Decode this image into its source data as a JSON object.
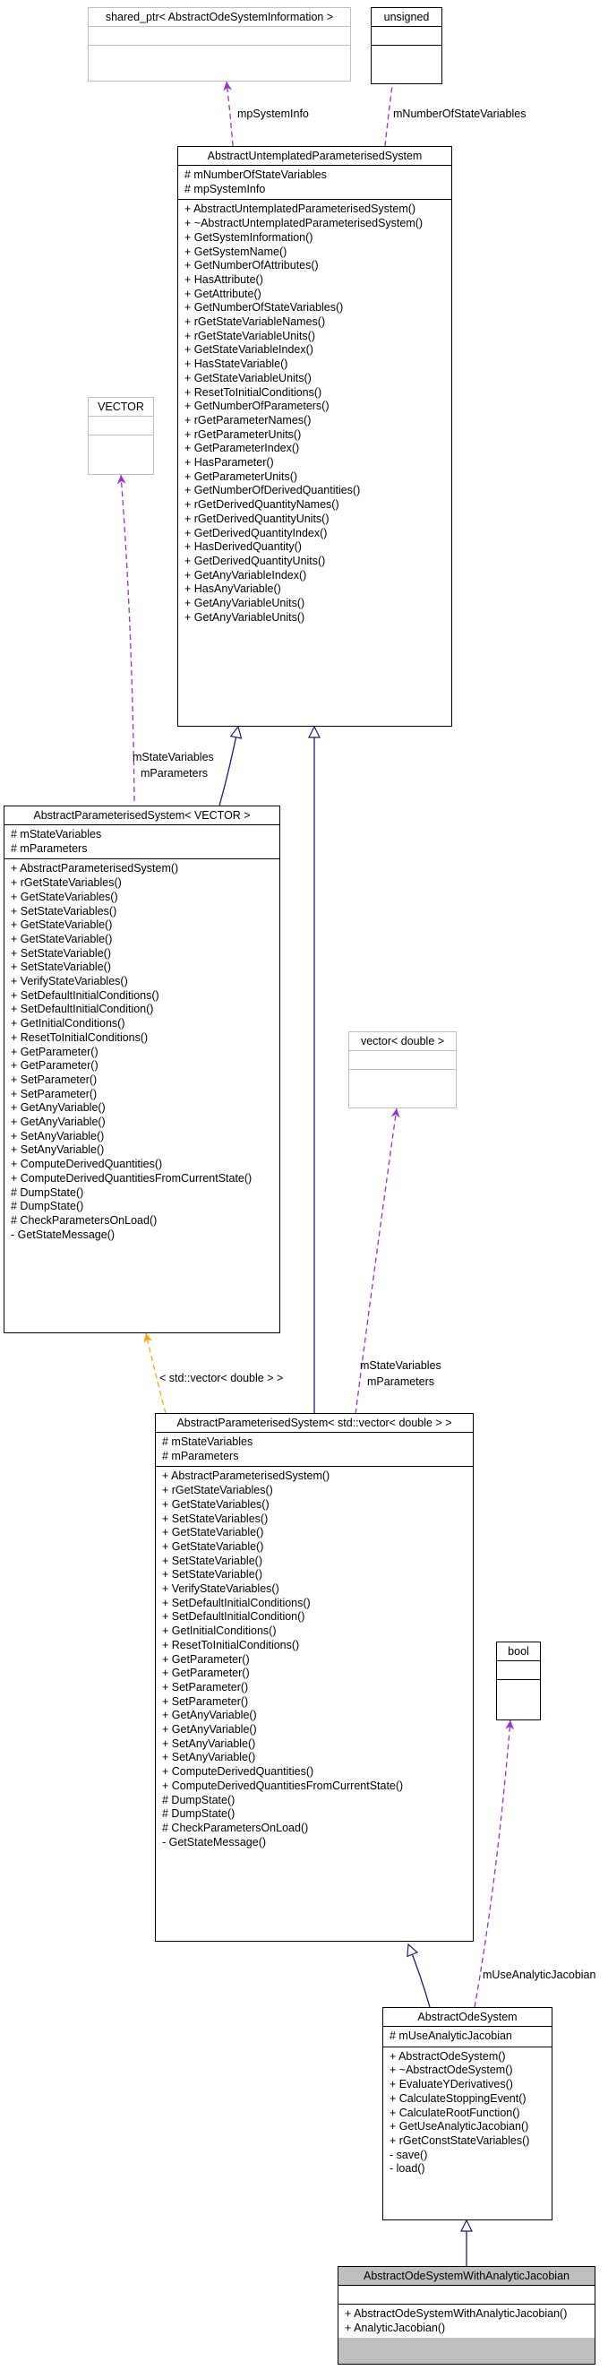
{
  "boxes": {
    "shared_ptr": {
      "title": "shared_ptr< AbstractOdeSystemInformation >"
    },
    "unsigned": {
      "title": "unsigned"
    },
    "untemplated": {
      "title": "AbstractUntemplatedParameterisedSystem",
      "attributes": [
        "# mNumberOfStateVariables",
        "# mpSystemInfo"
      ],
      "methods": [
        "+ AbstractUntemplatedParameterisedSystem()",
        "+ ~AbstractUntemplatedParameterisedSystem()",
        "+ GetSystemInformation()",
        "+ GetSystemName()",
        "+ GetNumberOfAttributes()",
        "+ HasAttribute()",
        "+ GetAttribute()",
        "+ GetNumberOfStateVariables()",
        "+ rGetStateVariableNames()",
        "+ rGetStateVariableUnits()",
        "+ GetStateVariableIndex()",
        "+ HasStateVariable()",
        "+ GetStateVariableUnits()",
        "+ ResetToInitialConditions()",
        "+ GetNumberOfParameters()",
        "+ rGetParameterNames()",
        "+ rGetParameterUnits()",
        "+ GetParameterIndex()",
        "+ HasParameter()",
        "+ GetParameterUnits()",
        "+ GetNumberOfDerivedQuantities()",
        "+ rGetDerivedQuantityNames()",
        "+ rGetDerivedQuantityUnits()",
        "+ GetDerivedQuantityIndex()",
        "+ HasDerivedQuantity()",
        "+ GetDerivedQuantityUnits()",
        "+ GetAnyVariableIndex()",
        "+ HasAnyVariable()",
        "+ GetAnyVariableUnits()",
        "+ GetAnyVariableUnits()"
      ]
    },
    "vector_tpl": {
      "title": "VECTOR"
    },
    "param_vector": {
      "title": "AbstractParameterisedSystem< VECTOR >",
      "attributes": [
        "# mStateVariables",
        "# mParameters"
      ],
      "methods": [
        "+ AbstractParameterisedSystem()",
        "+ rGetStateVariables()",
        "+ GetStateVariables()",
        "+ SetStateVariables()",
        "+ GetStateVariable()",
        "+ GetStateVariable()",
        "+ SetStateVariable()",
        "+ SetStateVariable()",
        "+ VerifyStateVariables()",
        "+ SetDefaultInitialConditions()",
        "+ SetDefaultInitialCondition()",
        "+ GetInitialConditions()",
        "+ ResetToInitialConditions()",
        "+ GetParameter()",
        "+ GetParameter()",
        "+ SetParameter()",
        "+ SetParameter()",
        "+ GetAnyVariable()",
        "+ GetAnyVariable()",
        "+ SetAnyVariable()",
        "+ SetAnyVariable()",
        "+ ComputeDerivedQuantities()",
        "+ ComputeDerivedQuantitiesFromCurrentState()",
        "# DumpState()",
        "# DumpState()",
        "# CheckParametersOnLoad()",
        "- GetStateMessage()"
      ]
    },
    "vector_double": {
      "title": "vector< double >"
    },
    "param_std": {
      "title": "AbstractParameterisedSystem< std::vector< double > >",
      "attributes": [
        "# mStateVariables",
        "# mParameters"
      ],
      "methods": [
        "+ AbstractParameterisedSystem()",
        "+ rGetStateVariables()",
        "+ GetStateVariables()",
        "+ SetStateVariables()",
        "+ GetStateVariable()",
        "+ GetStateVariable()",
        "+ SetStateVariable()",
        "+ SetStateVariable()",
        "+ VerifyStateVariables()",
        "+ SetDefaultInitialConditions()",
        "+ SetDefaultInitialCondition()",
        "+ GetInitialConditions()",
        "+ ResetToInitialConditions()",
        "+ GetParameter()",
        "+ GetParameter()",
        "+ SetParameter()",
        "+ SetParameter()",
        "+ GetAnyVariable()",
        "+ GetAnyVariable()",
        "+ SetAnyVariable()",
        "+ SetAnyVariable()",
        "+ ComputeDerivedQuantities()",
        "+ ComputeDerivedQuantitiesFromCurrentState()",
        "# DumpState()",
        "# DumpState()",
        "# CheckParametersOnLoad()",
        "- GetStateMessage()"
      ]
    },
    "bool": {
      "title": "bool"
    },
    "ode": {
      "title": "AbstractOdeSystem",
      "attributes": [
        "# mUseAnalyticJacobian"
      ],
      "methods": [
        "+ AbstractOdeSystem()",
        "+ ~AbstractOdeSystem()",
        "+ EvaluateYDerivatives()",
        "+ CalculateStoppingEvent()",
        "+ CalculateRootFunction()",
        "+ GetUseAnalyticJacobian()",
        "+ rGetConstStateVariables()",
        "- save()",
        "- load()"
      ]
    },
    "ode_jac": {
      "title": "AbstractOdeSystemWithAnalyticJacobian",
      "methods": [
        "+ AbstractOdeSystemWithAnalyticJacobian()",
        "+ AnalyticJacobian()"
      ]
    }
  },
  "edge_labels": {
    "mpSystemInfo": "mpSystemInfo",
    "mNumberOfStateVariables": "mNumberOfStateVariables",
    "vector_members": [
      "mStateVariables",
      "mParameters"
    ],
    "std_vector_binding": "< std::vector< double > >",
    "vd_members": [
      "mStateVariables",
      "mParameters"
    ],
    "mUseAnalyticJacobian": "mUseAnalyticJacobian"
  },
  "colors": {
    "inheritance": "#1a1a7e",
    "usage": "#9a32cd",
    "template_binding": "#ffa500",
    "highlight": "#bfbfbf",
    "gray_border": "#bfbfbf"
  }
}
